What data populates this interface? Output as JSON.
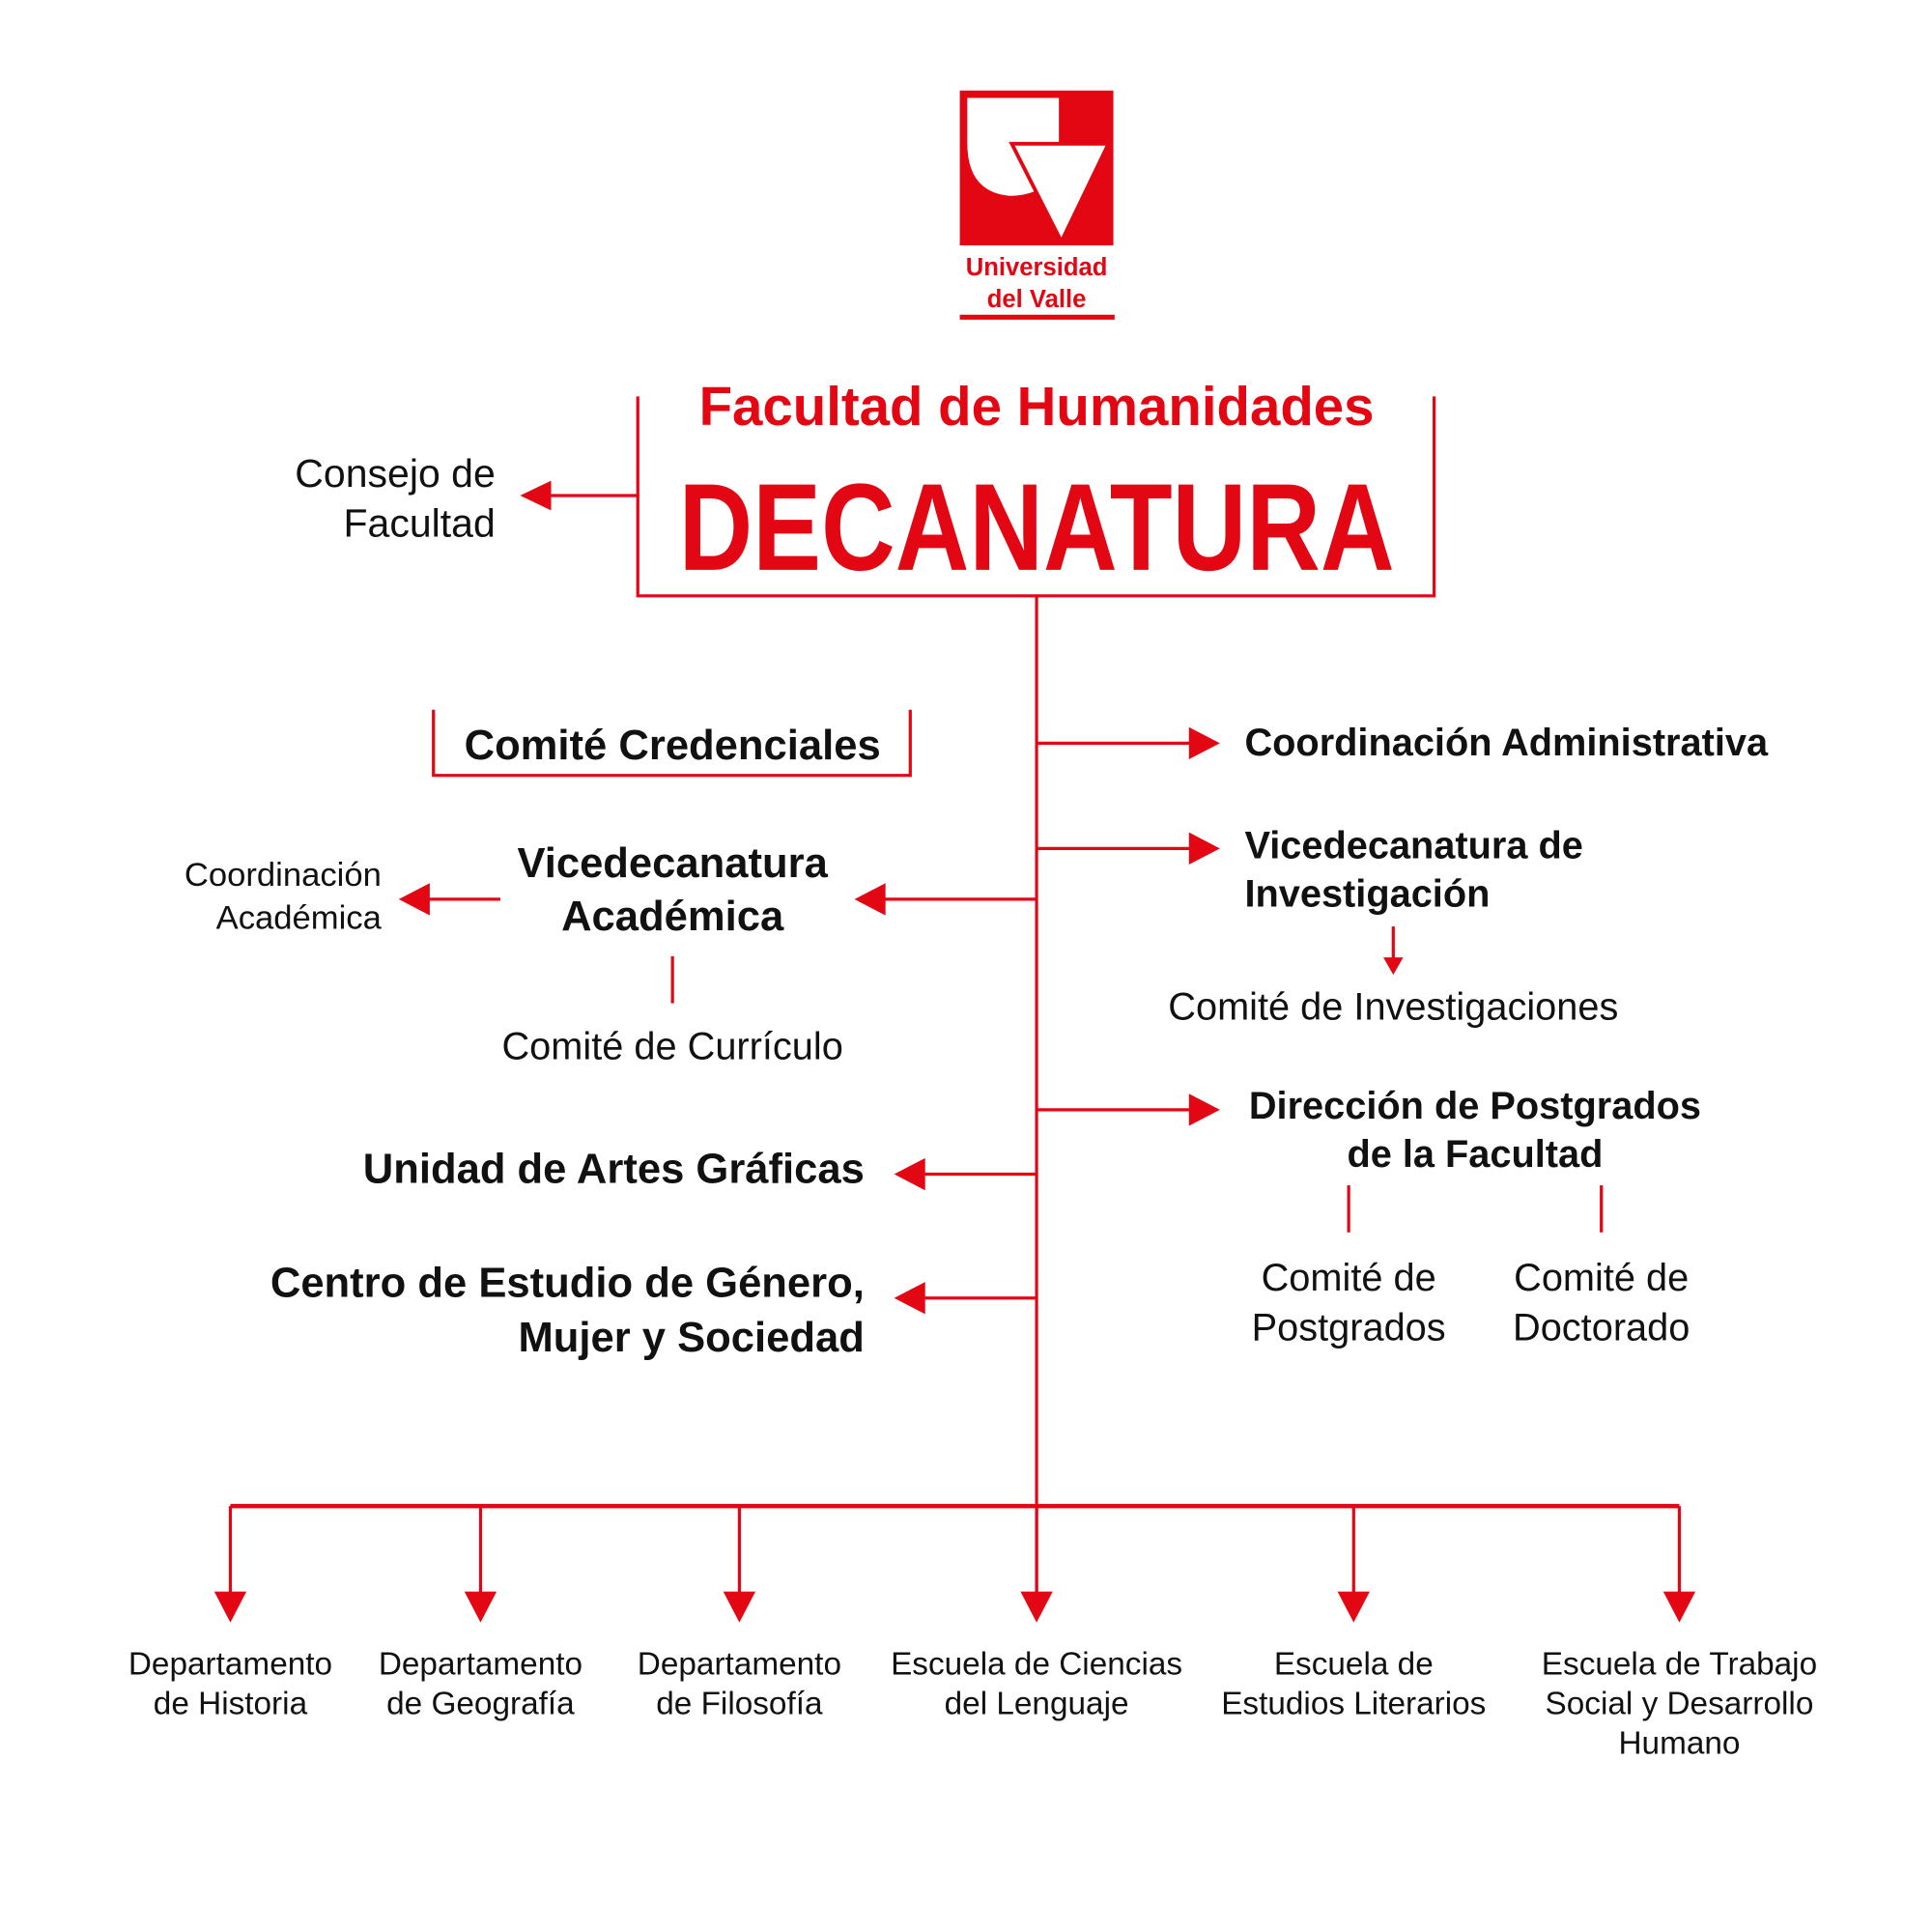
{
  "logo": {
    "line1": "Universidad",
    "line2": "del Valle"
  },
  "header": {
    "faculty": "Facultad de Humanidades",
    "title": "DECANATURA"
  },
  "consejo": [
    "Consejo de",
    "Facultad"
  ],
  "credenciales": "Comité Credenciales",
  "coord_admin": "Coordinación Administrativa",
  "vice_inv": [
    "Vicedecanatura de",
    "Investigación"
  ],
  "comite_inv": "Comité de Investigaciones",
  "vice_acad": [
    "Vicedecanatura",
    "Académica"
  ],
  "coord_acad": [
    "Coordinación",
    "Académica"
  ],
  "comite_curr": "Comité de Currículo",
  "postgrados": [
    "Dirección de Postgrados",
    "de la Facultad"
  ],
  "comite_post": [
    "Comité de",
    "Postgrados"
  ],
  "comite_doc": [
    "Comité de",
    "Doctorado"
  ],
  "artes": "Unidad de Artes Gráficas",
  "genero": [
    "Centro de Estudio de Género,",
    "Mujer y Sociedad"
  ],
  "units": [
    [
      "Departamento",
      "de Historia"
    ],
    [
      "Departamento",
      "de Geografía"
    ],
    [
      "Departamento",
      "de Filosofía"
    ],
    [
      "Escuela de Ciencias",
      "del Lenguaje"
    ],
    [
      "Escuela de",
      "Estudios Literarios"
    ],
    [
      "Escuela de Trabajo",
      "Social y Desarrollo",
      "Humano"
    ]
  ],
  "colors": {
    "accent": "#e30613",
    "text": "#111111"
  }
}
